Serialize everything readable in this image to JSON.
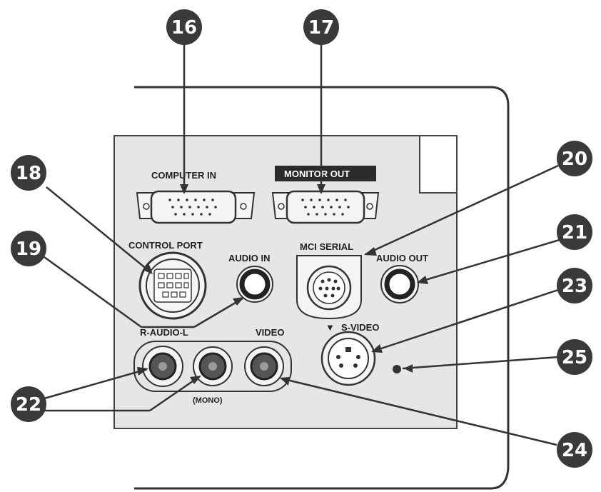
{
  "callouts": {
    "c16": "16",
    "c17": "17",
    "c18": "18",
    "c19": "19",
    "c20": "20",
    "c21": "21",
    "c22": "22",
    "c23": "23",
    "c24": "24",
    "c25": "25"
  },
  "labels": {
    "computer_in": "COMPUTER IN",
    "monitor_out": "MONITOR OUT",
    "control_port": "CONTROL PORT",
    "audio_in": "AUDIO IN",
    "mci_serial": "MCI SERIAL",
    "audio_out": "AUDIO OUT",
    "r_audio_l": "R-AUDIO-L",
    "video": "VIDEO",
    "s_video": "S-VIDEO",
    "s_video_marker": "▼",
    "mono": "(MONO)"
  },
  "colors": {
    "callout_fill": "#3a3a3a",
    "line": "#333333",
    "panel_fill": "#e6e6e6",
    "connector_fill": "#f4f4f4"
  }
}
